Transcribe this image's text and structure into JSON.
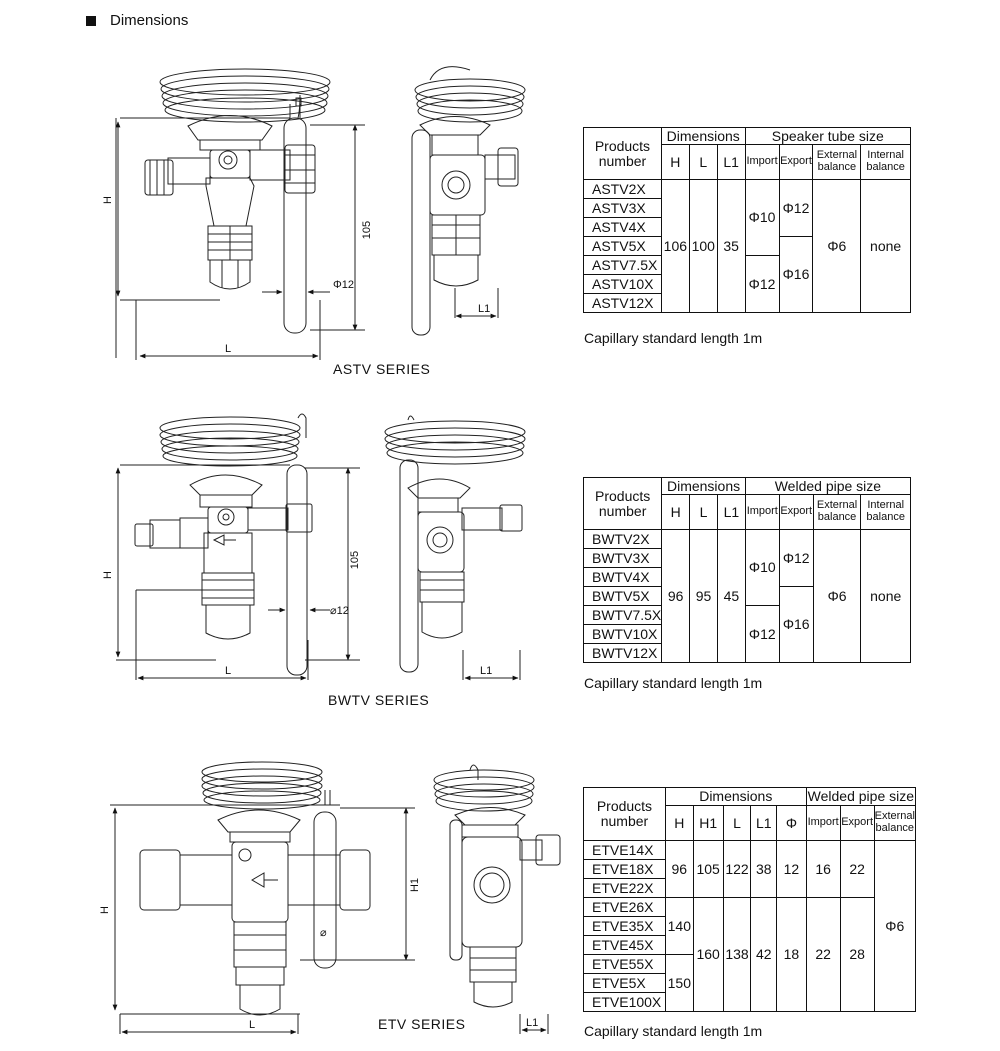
{
  "heading": "Dimensions",
  "sections": [
    {
      "series_label": "ASTV  SERIES",
      "drawing": {
        "h": "H",
        "l": "L",
        "v105": "105",
        "phi": "Φ12",
        "l1": "L1"
      },
      "table": {
        "products_l1": "Products",
        "products_l2": "number",
        "group_dims": "Dimensions",
        "group_pipe": "Speaker tube size",
        "col_h": "H",
        "col_l": "L",
        "col_l1": "L1",
        "col_import": "Import",
        "col_export": "Export",
        "col_ext_l1": "External",
        "col_ext_l2": "balance",
        "col_int_l1": "Internal",
        "col_int_l2": "balance",
        "models": [
          "ASTV2X",
          "ASTV3X",
          "ASTV4X",
          "ASTV5X",
          "ASTV7.5X",
          "ASTV10X",
          "ASTV12X"
        ],
        "h": "106",
        "l": "100",
        "l1": "35",
        "import_a": "Φ10",
        "import_b": "Φ12",
        "export_a": "Φ12",
        "export_b": "Φ16",
        "external": "Φ6",
        "internal": "none"
      },
      "caption": "Capillary standard length 1m"
    },
    {
      "series_label": "BWTV SERIES",
      "drawing": {
        "h": "H",
        "l": "L",
        "v105": "105",
        "phi": "⌀12",
        "l1": "L1"
      },
      "table": {
        "products_l1": "Products",
        "products_l2": "number",
        "group_dims": "Dimensions",
        "group_pipe": "Welded pipe size",
        "col_h": "H",
        "col_l": "L",
        "col_l1": "L1",
        "col_import": "Import",
        "col_export": "Export",
        "col_ext_l1": "External",
        "col_ext_l2": "balance",
        "col_int_l1": "Internal",
        "col_int_l2": "balance",
        "models": [
          "BWTV2X",
          "BWTV3X",
          "BWTV4X",
          "BWTV5X",
          "BWTV7.5X",
          "BWTV10X",
          "BWTV12X"
        ],
        "h": "96",
        "l": "95",
        "l1": "45",
        "import_a": "Φ10",
        "import_b": "Φ12",
        "export_a": "Φ12",
        "export_b": "Φ16",
        "external": "Φ6",
        "internal": "none"
      },
      "caption": "Capillary standard length 1m"
    },
    {
      "series_label": "ETV SERIES",
      "drawing": {
        "h": "H",
        "l": "L",
        "h1": "H1",
        "phi": "⌀",
        "l1": "L1"
      },
      "table": {
        "products_l1": "Products",
        "products_l2": "number",
        "group_dims": "Dimensions",
        "group_pipe": "Welded pipe size",
        "col_h": "H",
        "col_h1": "H1",
        "col_l": "L",
        "col_l1": "L1",
        "col_phi": "Φ",
        "col_import": "Import",
        "col_export": "Export",
        "col_ext_l1": "External",
        "col_ext_l2": "balance",
        "models": [
          "ETVE14X",
          "ETVE18X",
          "ETVE22X",
          "ETVE26X",
          "ETVE35X",
          "ETVE45X",
          "ETVE55X",
          "ETVE5X",
          "ETVE100X"
        ],
        "g1": {
          "h": "96",
          "h1": "105",
          "l": "122",
          "l1": "38",
          "phi": "12",
          "import": "16",
          "export": "22"
        },
        "g2_h_a": "140",
        "g2_h_b": "150",
        "g2": {
          "h1": "160",
          "l": "138",
          "l1": "42",
          "phi": "18",
          "import": "22",
          "export": "28"
        },
        "external": "Φ6"
      },
      "caption": "Capillary standard length 1m"
    }
  ]
}
